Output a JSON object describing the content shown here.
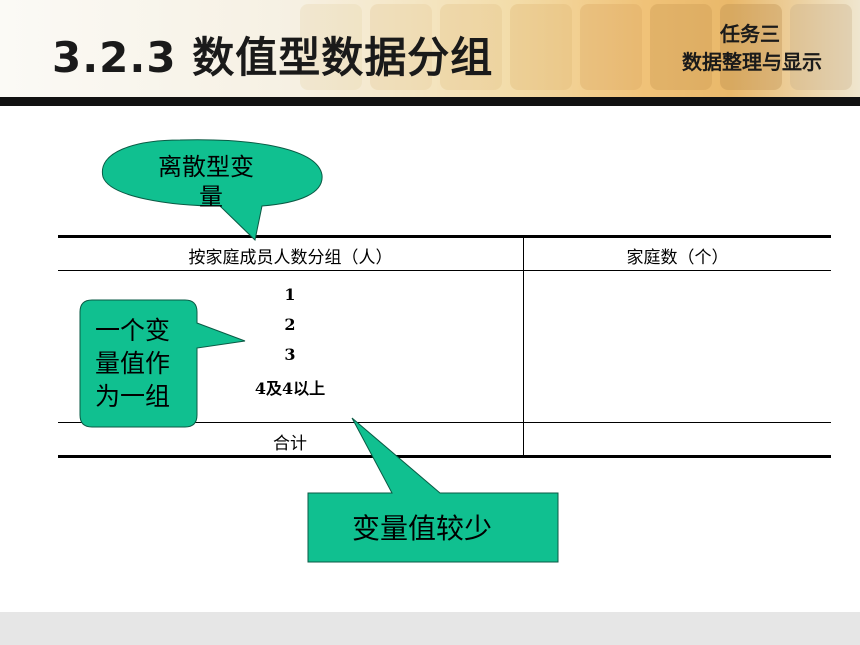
{
  "header": {
    "title": "3.2.3  数值型数据分组",
    "task_line1": "任务三",
    "task_line2": "数据整理与显示"
  },
  "table": {
    "headers": [
      "按家庭成员人数分组（人）",
      "家庭数（个）"
    ],
    "group_values": [
      "1",
      "2",
      "3",
      "4及4以上"
    ],
    "total_label": "合计"
  },
  "callouts": {
    "discrete_line1": "离散型变",
    "discrete_line2": "量",
    "single_line1": "一个变",
    "single_line2": "量值作",
    "single_line3": "为一组",
    "few_values": "变量值较少"
  },
  "colors": {
    "callout_fill": "#10c090",
    "banner_bar": "#111111",
    "footer": "#e6e6e6"
  }
}
